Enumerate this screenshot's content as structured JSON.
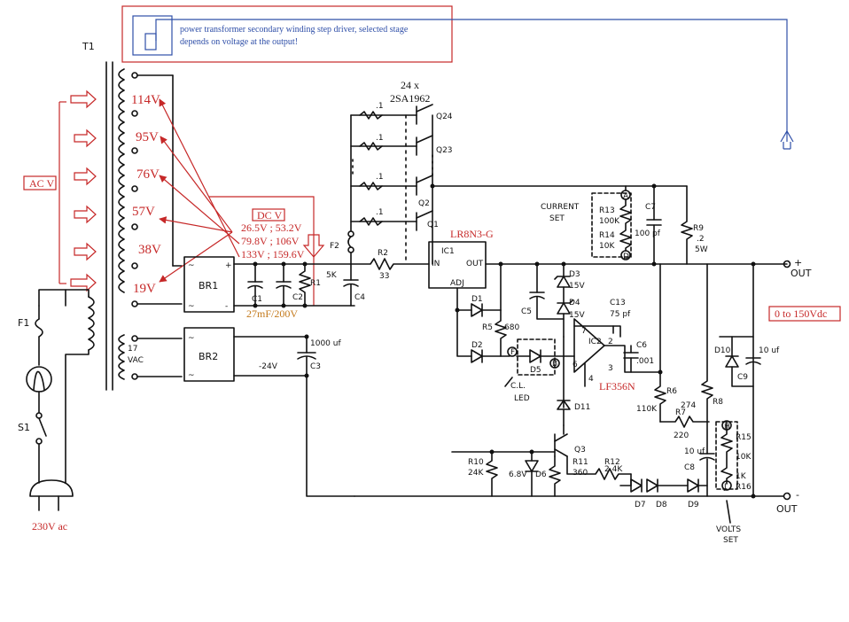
{
  "notes": {
    "driver_note_line1": "power transformer secondary winding step driver, selected stage",
    "driver_note_line2": "depends on voltage at the output!",
    "transistors_count": "24 x",
    "transistor_part": "2SA1962",
    "regulator_part": "LR8N3-G",
    "opamp_part": "LF356N",
    "output_range": "0 to 150Vdc",
    "mains": "230V ac",
    "cap_bank": "27mF/200V",
    "ac_v": "AC V",
    "dc_v": "DC V"
  },
  "taps": [
    "114V",
    "95V",
    "76V",
    "57V",
    "38V",
    "19V"
  ],
  "dc_levels": [
    "26.5V ;  53.2V",
    "79.8V ; 106V",
    "133V ; 159.6V"
  ],
  "labels": {
    "t1": "T1",
    "f1": "F1",
    "s1": "S1",
    "f2": "F2",
    "br1": "BR1",
    "br2": "BR2",
    "ic1": "IC1",
    "ic1_in": "IN",
    "ic1_out": "OUT",
    "ic1_adj": "ADJ",
    "ic2": "IC2",
    "vac17": "17",
    "vac": "VAC",
    "minus24": "-24V",
    "c3_val": "1000 uf",
    "c1": "C1",
    "c2": "C2",
    "c3": "C3",
    "c4": "C4",
    "c5": "C5",
    "c6": "C6",
    "c6_val": ".001",
    "c7": "C7",
    "c7_val": "100 pf",
    "c8": "C8",
    "c8_val": "10 uf",
    "c9": "C9",
    "c9_val": "10 uf",
    "c13": "C13",
    "c13_val": "75 pf",
    "r1": "R1",
    "r1_val": "5K",
    "r2": "R2",
    "r2_val": "33",
    "r5": "R5",
    "r5_val": "680",
    "r6": "R6",
    "r6_val": "110K",
    "r7": "R7",
    "r7_val": "220",
    "r8": "R8",
    "r8_val": "274",
    "r9": "R9",
    "r9_val": ".2",
    "r9_w": "5W",
    "r10": "R10",
    "r10_val": "24K",
    "r11": "R11",
    "r11_val": "360",
    "r12": "R12",
    "r12_val": "2.4K",
    "r13": "R13",
    "r13_val": "100K",
    "r14": "R14",
    "r14_val": "10K",
    "r15": "R15",
    "r15_val": "10K",
    "r16": "R16",
    "r16_val": "1K",
    "d1": "D1",
    "d2": "D2",
    "d3": "D3",
    "d3_val": "15V",
    "d4": "D4",
    "d4_val": "15V",
    "d5": "D5",
    "d6": "D6",
    "d6_val": "6.8V",
    "d7": "D7",
    "d8": "D8",
    "d9": "D9",
    "d10": "D10",
    "d11": "D11",
    "q1": "Q1",
    "q2": "Q2",
    "q3": "Q3",
    "q23": "Q23",
    "q24": "Q24",
    "emitter_r": ".1",
    "current_set_1": "CURRENT",
    "current_set_2": "SET",
    "volts_set_1": "VOLTS",
    "volts_set_2": "SET",
    "cl_led_1": "C.L.",
    "cl_led_2": "LED",
    "out_plus": "OUT",
    "out_minus": "OUT",
    "plus": "+",
    "minus": "-",
    "node_a": "A",
    "node_b": "B",
    "node_d": "D",
    "node_f": "F",
    "node_h": "H",
    "node_j": "J",
    "pin2": "2",
    "pin3": "3",
    "pin4": "4",
    "pin6": "6",
    "pin7": "7"
  }
}
